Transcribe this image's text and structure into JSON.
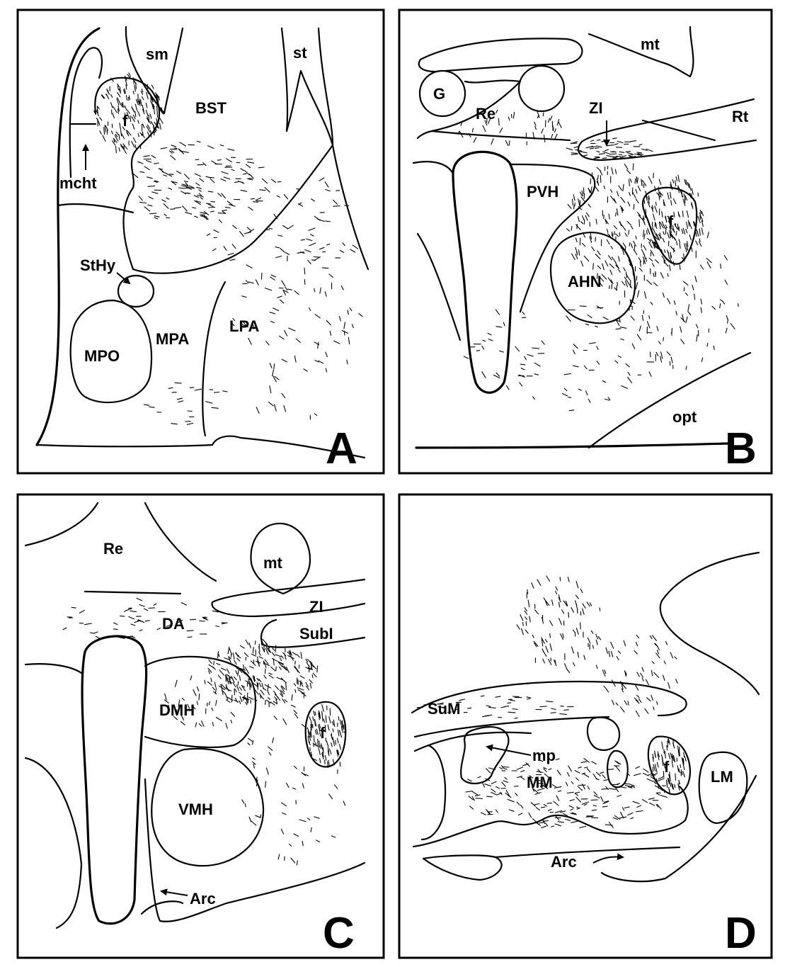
{
  "panels": [
    {
      "letter": "A",
      "labels": {
        "sm": "sm",
        "st": "st",
        "bst": "BST",
        "f": "f",
        "mcht": "mcht",
        "sthy": "StHy",
        "mpa": "MPA",
        "lpa": "LPA",
        "mpo": "MPO"
      }
    },
    {
      "letter": "B",
      "labels": {
        "mt": "mt",
        "g": "G",
        "re": "Re",
        "zi": "ZI",
        "rt": "Rt",
        "pvh": "PVH",
        "f": "f",
        "ahn": "AHN",
        "opt": "opt"
      }
    },
    {
      "letter": "C",
      "labels": {
        "re": "Re",
        "mt": "mt",
        "zi": "ZI",
        "da": "DA",
        "subi": "SubI",
        "dmh": "DMH",
        "f": "f",
        "vmh": "VMH",
        "arc": "Arc"
      }
    },
    {
      "letter": "D",
      "labels": {
        "sum": "SuM",
        "mp": "mp",
        "mm": "MM",
        "f": "f",
        "lm": "LM",
        "arc": "Arc"
      }
    }
  ]
}
